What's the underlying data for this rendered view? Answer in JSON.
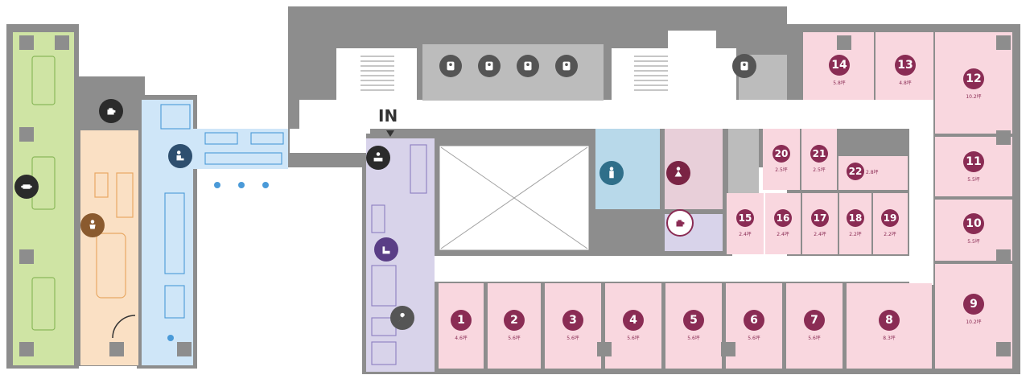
{
  "entrance": {
    "label": "IN"
  },
  "colors": {
    "meeting_green": "#cfe4a4",
    "lounge_orange": "#fae0c4",
    "workspace_blue": "#cfe6f8",
    "reception_purple": "#d8d3ea",
    "office_pink": "#f9d7df",
    "restroom_blue": "#b8d9ea",
    "restroom_pink": "#e8cfd9",
    "wall_gray": "#888888",
    "badge": "#8a2c54"
  },
  "offices": [
    {
      "number": "1",
      "size": "4.6坪"
    },
    {
      "number": "2",
      "size": "5.6坪"
    },
    {
      "number": "3",
      "size": "5.6坪"
    },
    {
      "number": "4",
      "size": "5.6坪"
    },
    {
      "number": "5",
      "size": "5.6坪"
    },
    {
      "number": "6",
      "size": "5.6坪"
    },
    {
      "number": "7",
      "size": "5.6坪"
    },
    {
      "number": "8",
      "size": "8.3坪"
    },
    {
      "number": "9",
      "size": "10.2坪"
    },
    {
      "number": "10",
      "size": "5.5坪"
    },
    {
      "number": "11",
      "size": "5.5坪"
    },
    {
      "number": "12",
      "size": "10.2坪"
    },
    {
      "number": "13",
      "size": "4.8坪"
    },
    {
      "number": "14",
      "size": "5.8坪"
    },
    {
      "number": "15",
      "size": "2.4坪"
    },
    {
      "number": "16",
      "size": "2.4坪"
    },
    {
      "number": "17",
      "size": "2.4坪"
    },
    {
      "number": "18",
      "size": "2.2坪"
    },
    {
      "number": "19",
      "size": "2.2坪"
    },
    {
      "number": "20",
      "size": "2.5坪"
    },
    {
      "number": "21",
      "size": "2.5坪"
    },
    {
      "number": "22",
      "size": "2.8坪"
    }
  ],
  "facility_icons": [
    {
      "name": "kettle-icon",
      "bg": "#2b2b2b"
    },
    {
      "name": "meeting-table-icon",
      "bg": "#2b2b2b"
    },
    {
      "name": "lounge-person-icon",
      "bg": "#8a5a2e"
    },
    {
      "name": "workspace-person-icon",
      "bg": "#2e4f6f"
    },
    {
      "name": "reception-person-icon",
      "bg": "#2b2b2b"
    },
    {
      "name": "lounge-chair-icon",
      "bg": "#5a3e86"
    },
    {
      "name": "wrench-icon",
      "bg": "#555555"
    },
    {
      "name": "mens-restroom-icon",
      "bg": "#2f6f8a"
    },
    {
      "name": "womens-restroom-icon",
      "bg": "#7a2444"
    },
    {
      "name": "pantry-kettle-icon",
      "bg": "#ffffff"
    },
    {
      "name": "elevator-icon",
      "bg": "#555555"
    }
  ]
}
